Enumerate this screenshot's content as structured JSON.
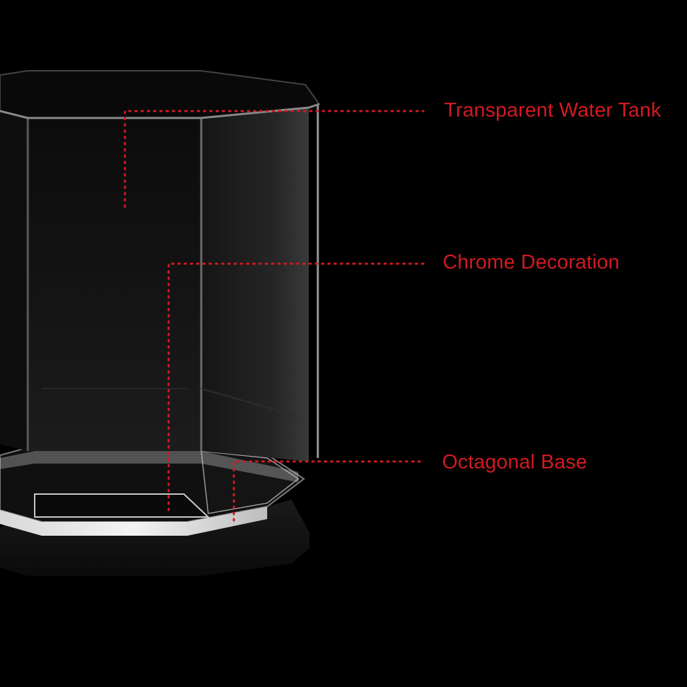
{
  "theme": {
    "background": "#000000",
    "accent": "#d11a22"
  },
  "product": {
    "subject": "octagonal glass aquarium"
  },
  "callouts": [
    {
      "id": "tank",
      "label": "Transparent Water Tank"
    },
    {
      "id": "chrome",
      "label": "Chrome Decoration"
    },
    {
      "id": "base",
      "label": "Octagonal Base"
    }
  ]
}
